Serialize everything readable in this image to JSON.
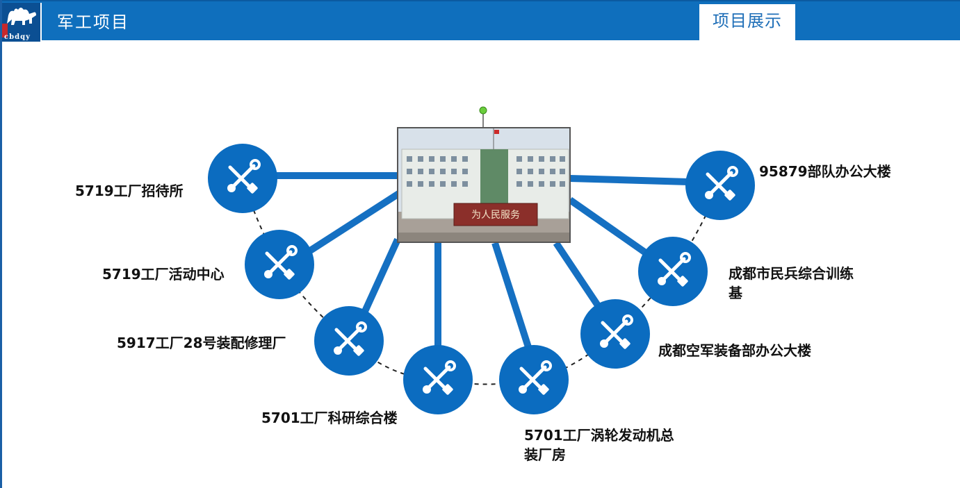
{
  "header": {
    "title": "军工项目",
    "tab_label": "项目展示",
    "logo_text": "cbdqy"
  },
  "photo": {
    "description_icon": "building-photo",
    "sign_text": "为人民服务"
  },
  "projects": [
    {
      "label": "5719工厂招待所"
    },
    {
      "label": "5719工厂活动中心"
    },
    {
      "label": "5917工厂28号装配修理厂"
    },
    {
      "label": "5701工厂科研综合楼"
    },
    {
      "label": "5701工厂涡轮发动机总装厂房"
    },
    {
      "label": "成都空军装备部办公大楼"
    },
    {
      "label": "成都市民兵综合训练基"
    },
    {
      "label": "95879部队办公大楼"
    }
  ],
  "colors": {
    "header_blue": "#0f6fbd",
    "node_blue": "#0b6cc0",
    "connector_blue": "#1570c2"
  },
  "icons": {
    "node_icon": "wrench-screwdriver-icon"
  }
}
